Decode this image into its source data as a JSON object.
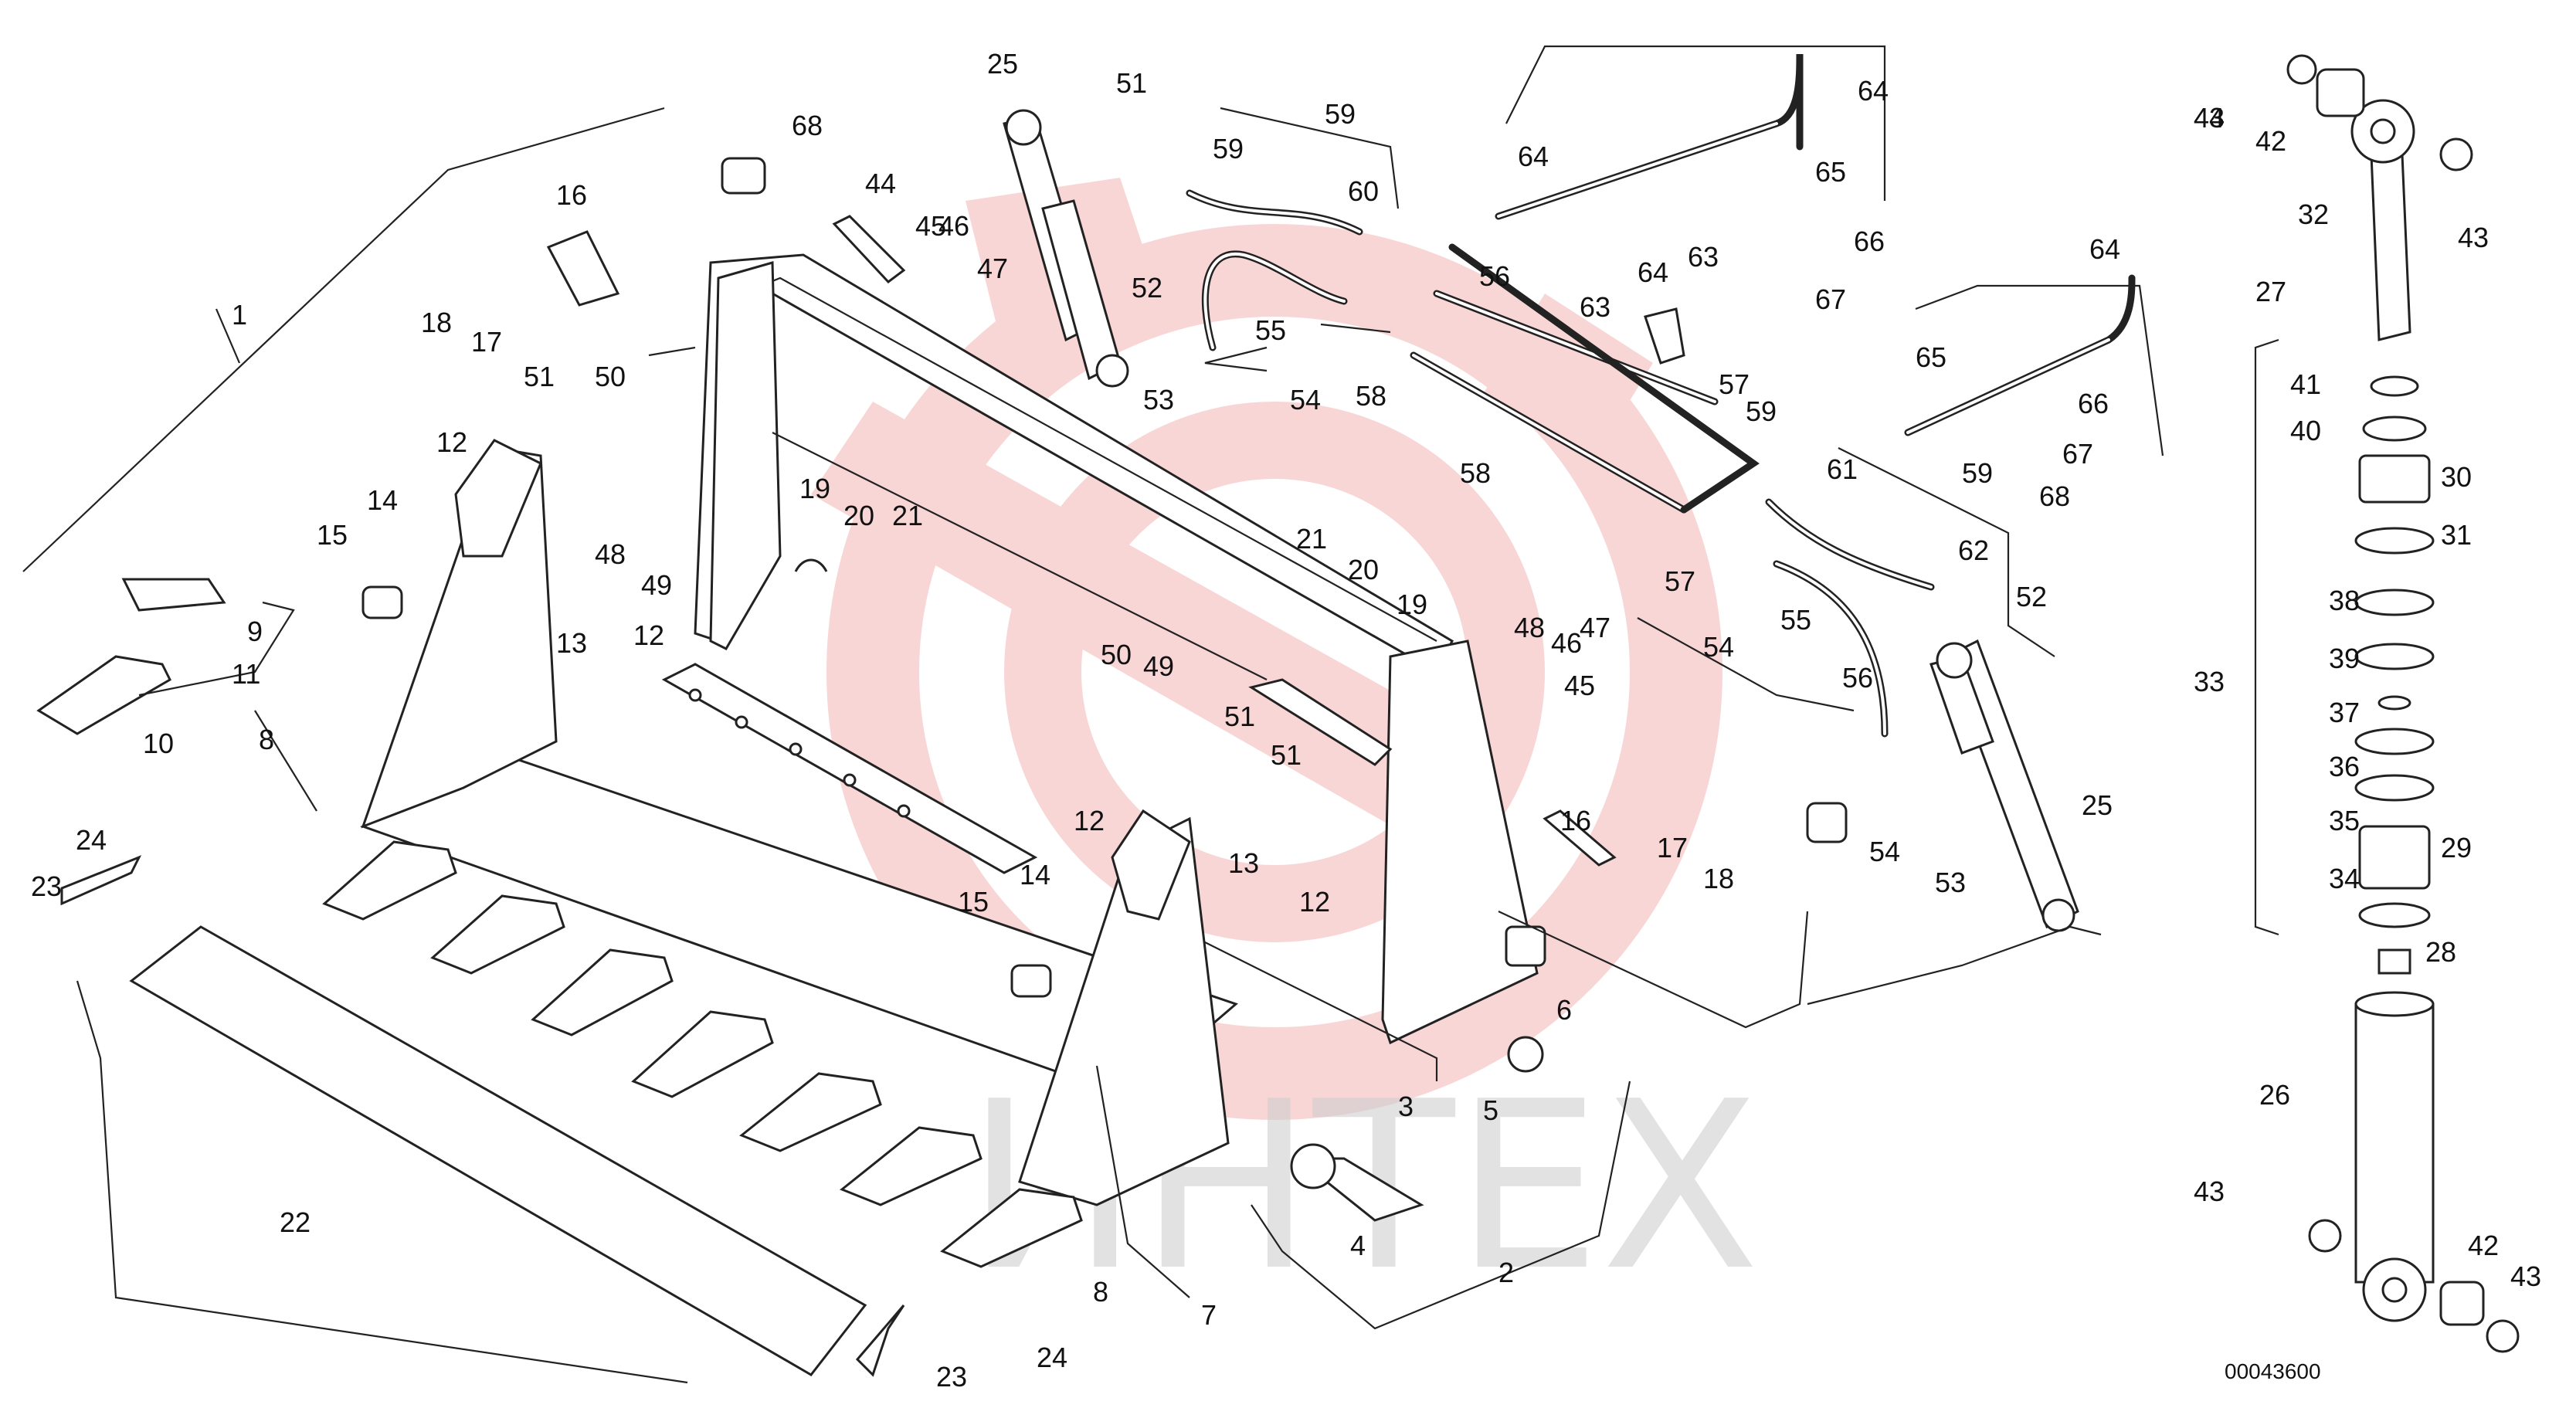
{
  "watermark": {
    "text": "ИНТЕХ",
    "logo_color": "#f4b5b5",
    "text_color": "#cfcfcf"
  },
  "drawing_code": "00043600",
  "callouts": [
    "1",
    "2",
    "3",
    "4",
    "5",
    "6",
    "7",
    "8",
    "8",
    "9",
    "10",
    "11",
    "12",
    "12",
    "12",
    "12",
    "13",
    "13",
    "14",
    "14",
    "15",
    "15",
    "16",
    "16",
    "17",
    "17",
    "18",
    "18",
    "19",
    "19",
    "20",
    "20",
    "21",
    "21",
    "22",
    "23",
    "23",
    "24",
    "24",
    "25",
    "25",
    "26",
    "27",
    "28",
    "29",
    "30",
    "31",
    "32",
    "33",
    "34",
    "35",
    "36",
    "37",
    "38",
    "39",
    "40",
    "41",
    "42",
    "42",
    "43",
    "43",
    "43",
    "43",
    "44",
    "44",
    "45",
    "45",
    "46",
    "46",
    "47",
    "47",
    "48",
    "48",
    "49",
    "49",
    "50",
    "50",
    "51",
    "51",
    "51",
    "51",
    "52",
    "52",
    "53",
    "53",
    "54",
    "54",
    "54",
    "55",
    "55",
    "56",
    "56",
    "57",
    "57",
    "58",
    "58",
    "59",
    "59",
    "59",
    "59",
    "60",
    "61",
    "62",
    "63",
    "63",
    "64",
    "64",
    "64",
    "64",
    "65",
    "65",
    "66",
    "66",
    "67",
    "67",
    "68",
    "68"
  ]
}
